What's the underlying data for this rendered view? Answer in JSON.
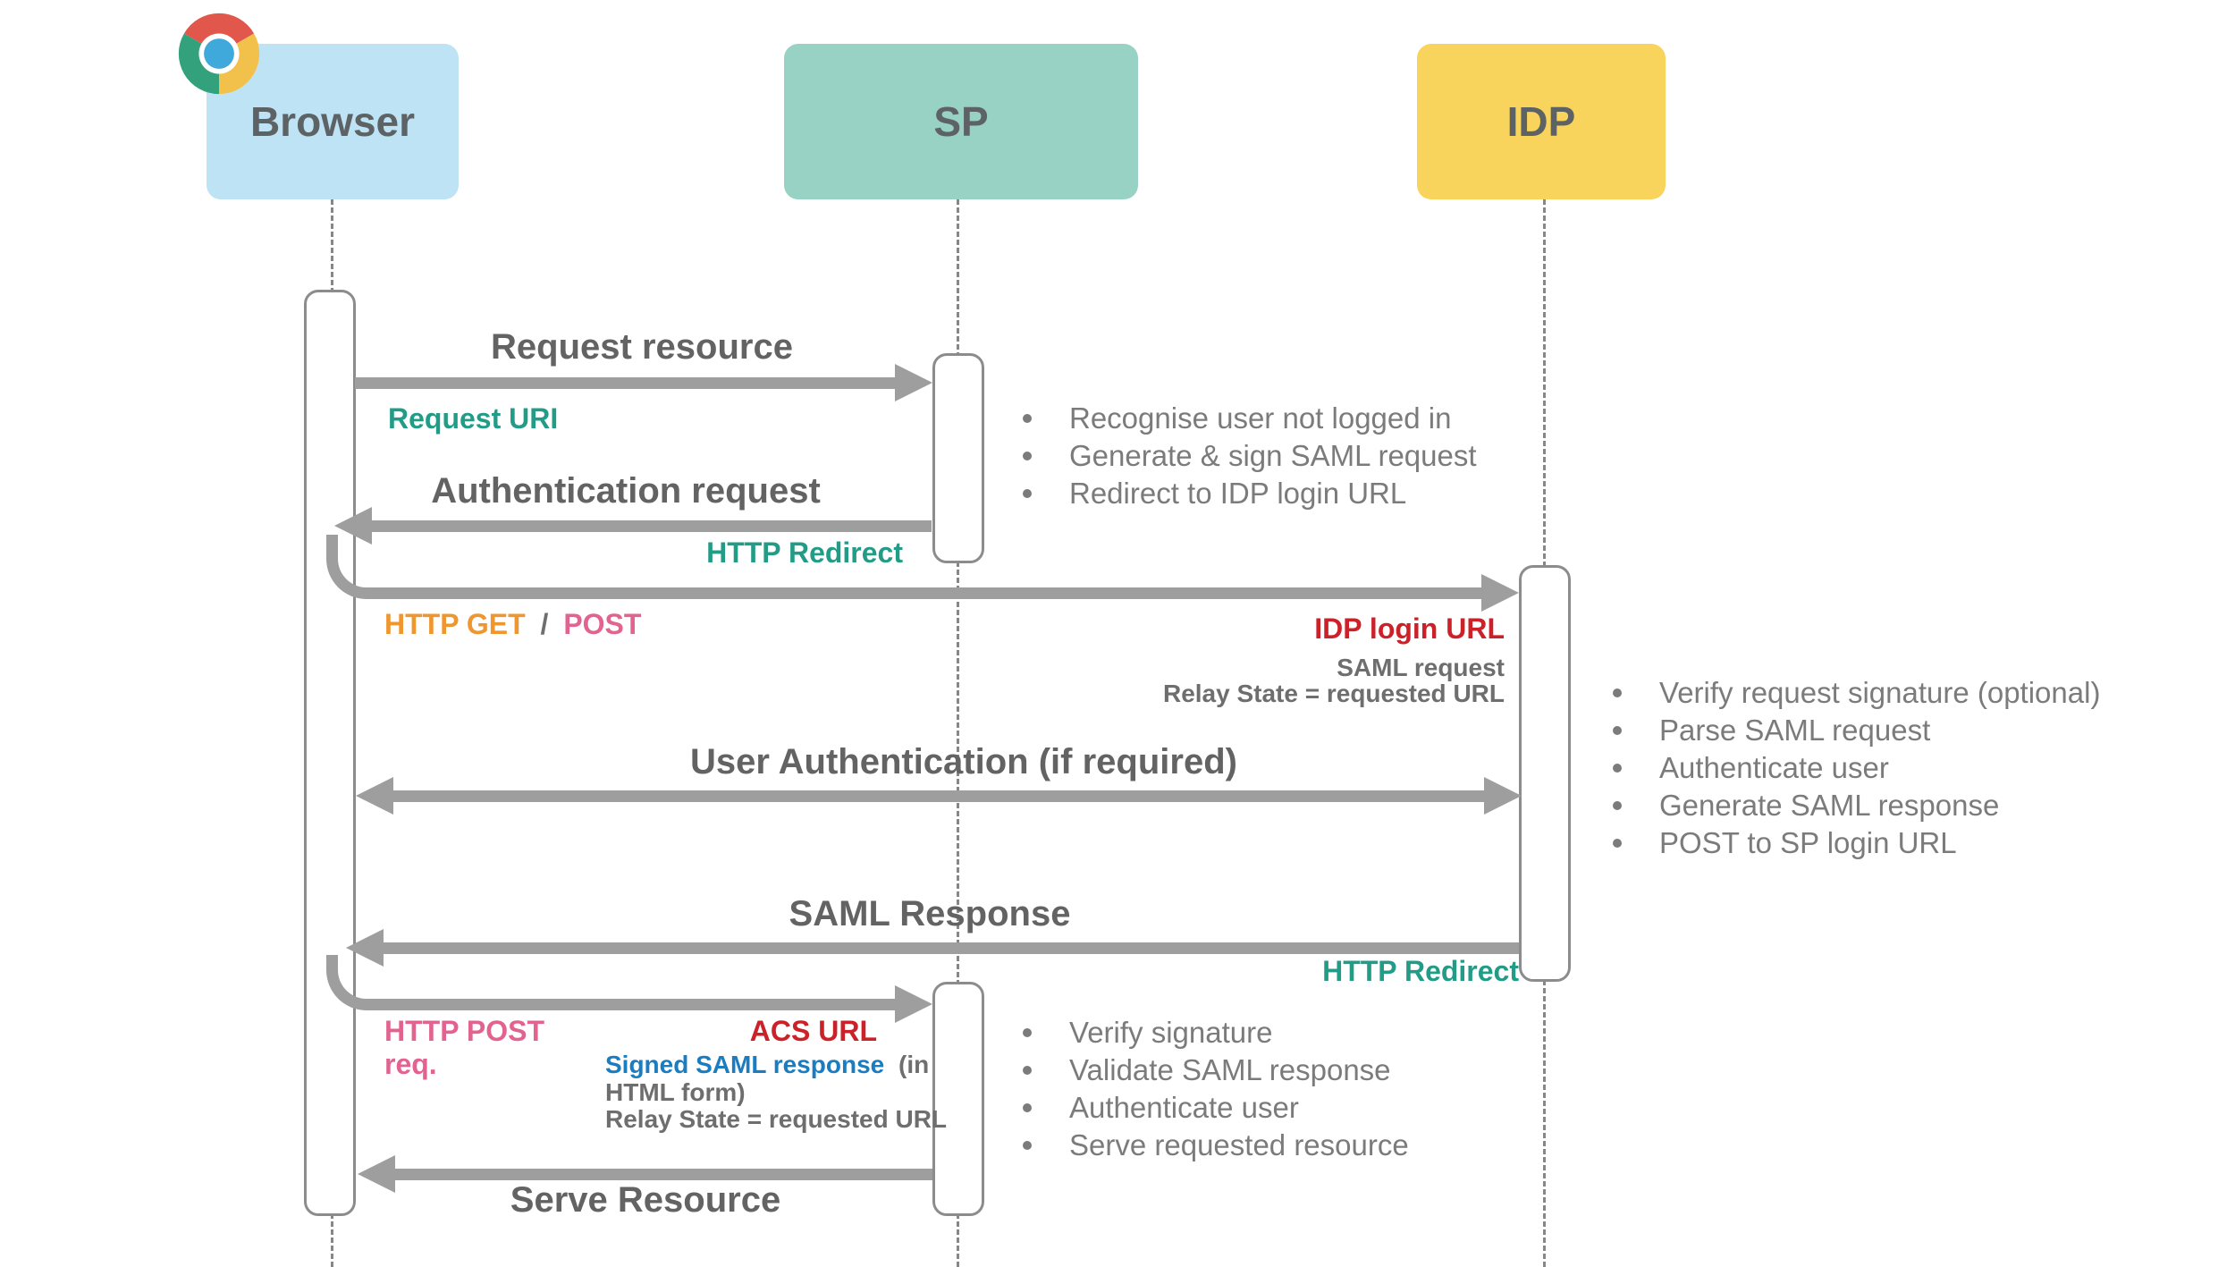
{
  "actors": [
    {
      "name": "Browser",
      "color": "#bee3f4"
    },
    {
      "name": "SP",
      "color": "#97d2c4"
    },
    {
      "name": "IDP",
      "color": "#f9d45c"
    }
  ],
  "messages": {
    "request_resource": "Request resource",
    "request_uri": "Request URI",
    "auth_request": "Authentication request",
    "http_redirect": "HTTP Redirect",
    "http_get": "HTTP GET",
    "slash": "/",
    "post": "POST",
    "idp_login_url": "IDP login URL",
    "saml_request": "SAML request",
    "relay_state": "Relay State = requested URL",
    "user_auth": "User Authentication (if required)",
    "saml_response": "SAML Response",
    "http_post": "HTTP POST",
    "req": "req.",
    "acs_url": "ACS URL",
    "signed_saml": "Signed SAML response",
    "in_html_1": "(in",
    "in_html_2": "HTML form)",
    "serve_resource": "Serve Resource"
  },
  "notes": {
    "sp_first": [
      "Recognise user not logged in",
      "Generate & sign SAML request",
      "Redirect to IDP login URL"
    ],
    "idp": [
      "Verify request signature (optional)",
      "Parse SAML request",
      "Authenticate user",
      "Generate SAML response",
      "POST to SP login URL"
    ],
    "sp_second": [
      "Verify signature",
      "Validate SAML response",
      "Authenticate user",
      "Serve requested resource"
    ]
  },
  "icons": {
    "browser_icon": "chrome-logo"
  },
  "colors": {
    "browser_box": "#bee3f4",
    "sp_box": "#97d2c4",
    "idp_box": "#f9d45c",
    "arrow_gray": "#9e9e9e",
    "actor_text": "#5d6365",
    "title_text": "#636363",
    "note_text": "#7b7b7b",
    "teal": "#239c87",
    "orange": "#f0962e",
    "pink": "#e2638f",
    "red": "#cc2128",
    "blue": "#1a7cc1",
    "chrome_red": "#e2574c",
    "chrome_green": "#33a17c",
    "chrome_yellow": "#f2c14b",
    "chrome_blue": "#3fa9dc"
  }
}
